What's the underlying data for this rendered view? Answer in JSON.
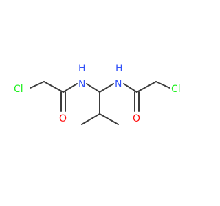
{
  "molecule": {
    "atom_labels": {
      "cl_left": "Cl",
      "o_left": "O",
      "n_left": "N",
      "h_left": "H",
      "n_right": "N",
      "h_right": "H",
      "o_right": "O",
      "cl_right": "Cl"
    },
    "colors": {
      "bond": "#3c3c3c",
      "nitrogen": "#3050f8",
      "oxygen": "#ff0d0d",
      "chlorine": "#1ff01f",
      "background": "#ffffff"
    }
  }
}
